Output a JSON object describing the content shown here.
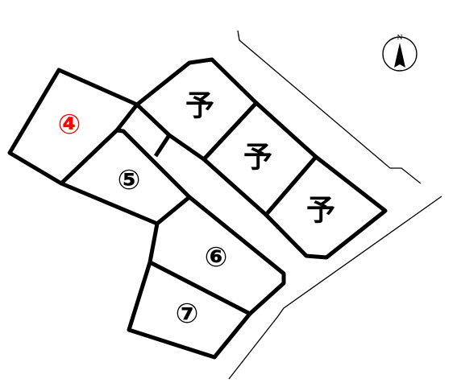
{
  "lots": [
    {
      "id": "lot-4",
      "label": "④",
      "status": "highlight",
      "color": "#ff0000"
    },
    {
      "id": "lot-5",
      "label": "⑤",
      "status": "normal",
      "color": "#000000"
    },
    {
      "id": "lot-6",
      "label": "⑥",
      "status": "normal",
      "color": "#000000"
    },
    {
      "id": "lot-7",
      "label": "⑦",
      "status": "normal",
      "color": "#000000"
    },
    {
      "id": "lot-reserved-1",
      "label": "予",
      "status": "reserved",
      "color": "#000000"
    },
    {
      "id": "lot-reserved-2",
      "label": "予",
      "status": "reserved",
      "color": "#000000"
    },
    {
      "id": "lot-reserved-3",
      "label": "予",
      "status": "reserved",
      "color": "#000000"
    }
  ],
  "compass": {
    "north_label": "N",
    "icon": "north-arrow-icon"
  }
}
